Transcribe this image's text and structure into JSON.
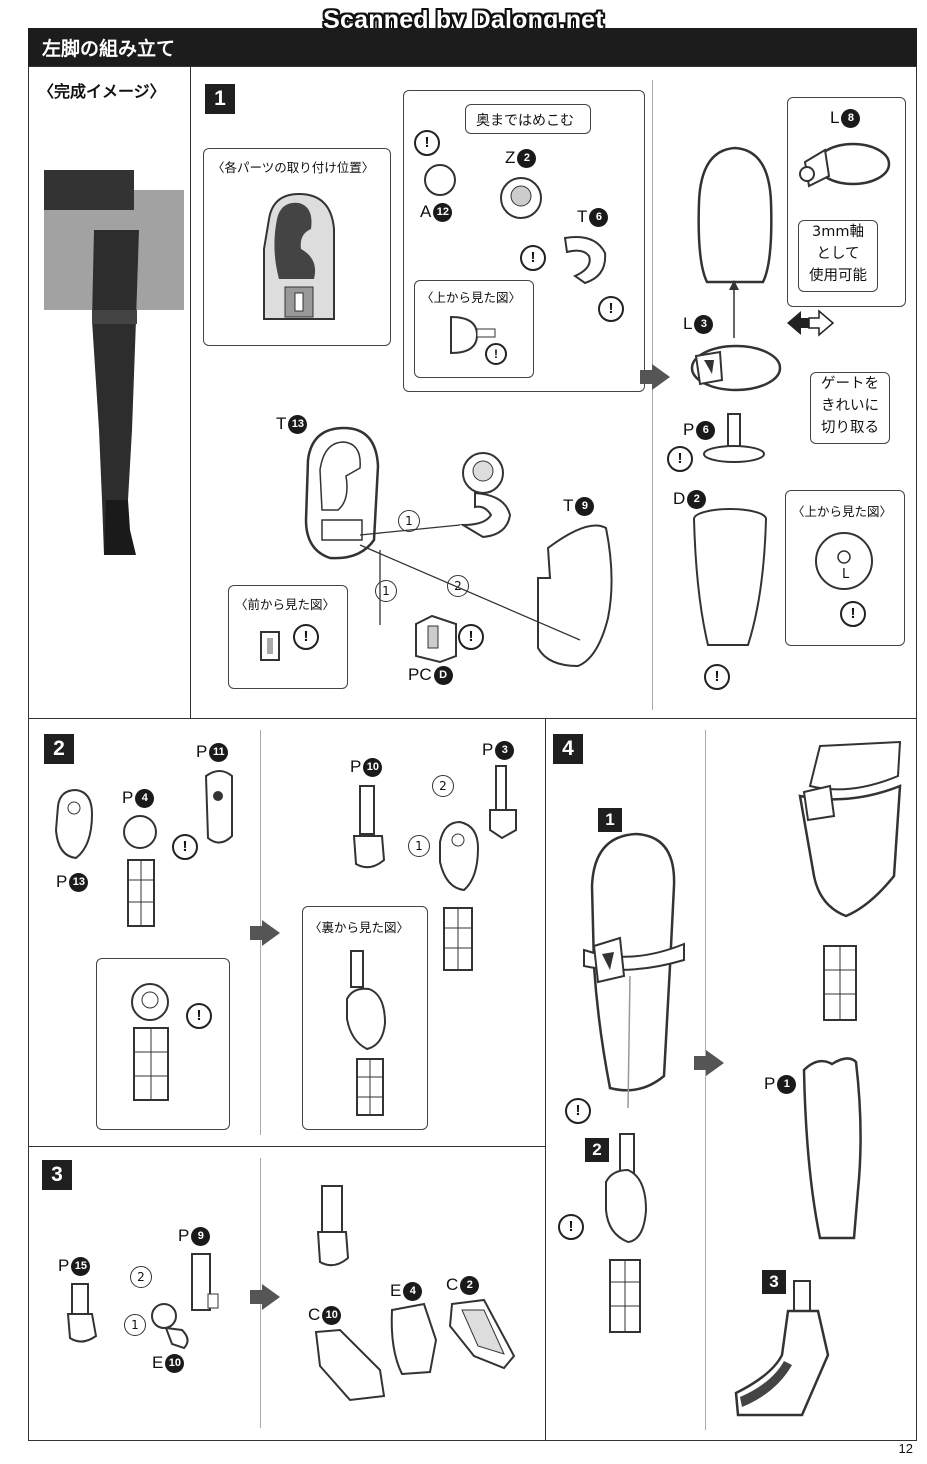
{
  "watermark": "Scanned by Dalong.net",
  "header": {
    "title": "左脚の組み立て"
  },
  "page_number": "12",
  "image_section": {
    "label": "〈完成イメージ〉"
  },
  "step1": {
    "number": "1",
    "box_positions": "〈各パーツの取り付け位置〉",
    "callout_push": "奥まではめこむ",
    "box_top_view": "〈上から見た図〉",
    "box_front_view": "〈前から見た図〉",
    "parts": {
      "a": "A",
      "a_num": "12",
      "z": "Z",
      "z_num": "2",
      "t6": "T",
      "t6_num": "6",
      "t13": "T",
      "t13_num": "13",
      "t9": "T",
      "t9_num": "9",
      "pc": "PC",
      "pc_num": "D"
    },
    "seq1": "1",
    "seq2": "2",
    "right": {
      "l8": "L",
      "l8_num": "8",
      "note_3mm": [
        "3mm軸",
        "として",
        "使用可能"
      ],
      "l3": "L",
      "l3_num": "3",
      "note_gate": [
        "ゲートを",
        "きれいに",
        "切り取る"
      ],
      "p6": "P",
      "p6_num": "6",
      "d2": "D",
      "d2_num": "2",
      "box_top_view": "〈上から見た図〉",
      "l_mark": "L"
    }
  },
  "step2": {
    "number": "2",
    "parts": {
      "p11": "P",
      "p11_num": "11",
      "p4": "P",
      "p4_num": "4",
      "p13": "P",
      "p13_num": "13",
      "p10": "P",
      "p10_num": "10",
      "p3": "P",
      "p3_num": "3"
    },
    "box_back_view": "〈裏から見た図〉",
    "seq1": "1",
    "seq2": "2"
  },
  "step3": {
    "number": "3",
    "parts": {
      "p9": "P",
      "p9_num": "9",
      "p15": "P",
      "p15_num": "15",
      "e10": "E",
      "e10_num": "10",
      "e4": "E",
      "e4_num": "4",
      "c2": "C",
      "c2_num": "2",
      "c10": "C",
      "c10_num": "10"
    },
    "seq1": "1",
    "seq2": "2"
  },
  "step4": {
    "number": "4",
    "sub1": "1",
    "sub2": "2",
    "sub3": "3",
    "p1": "P",
    "p1_num": "1"
  },
  "warning_mark": "!"
}
